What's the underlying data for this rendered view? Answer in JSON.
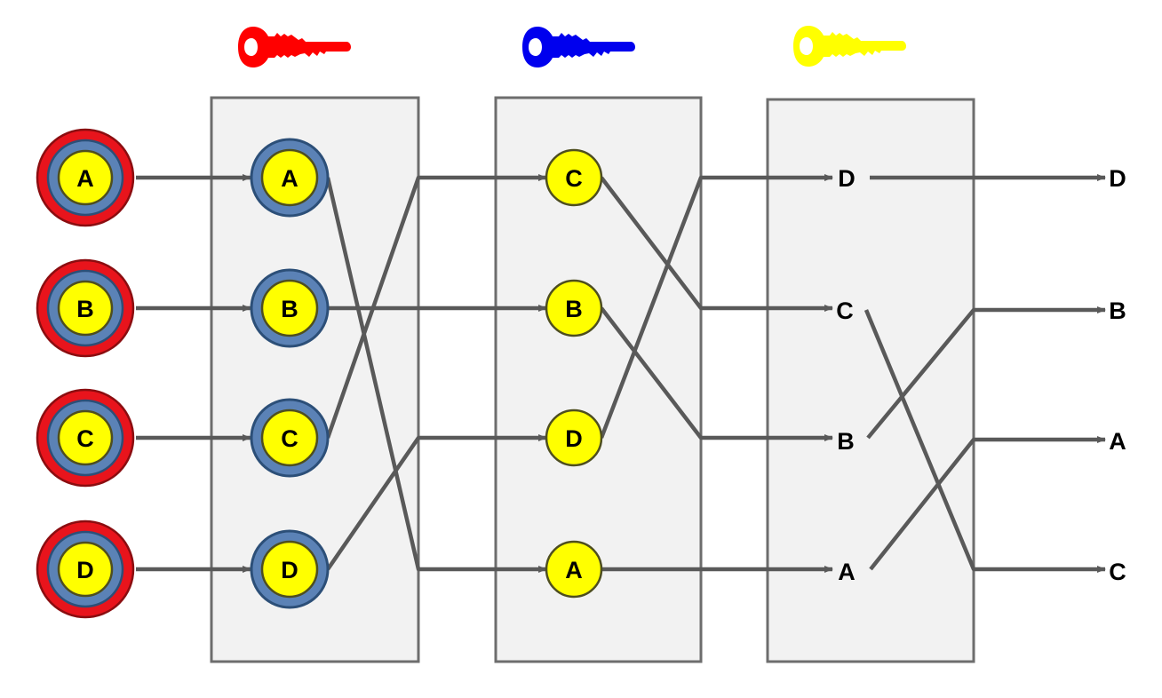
{
  "keys": [
    {
      "color": "#ff0000",
      "icon": "key-icon"
    },
    {
      "color": "#0000ee",
      "icon": "key-icon"
    },
    {
      "color": "#ffff00",
      "icon": "key-icon"
    }
  ],
  "colors": {
    "outer_ring": "#e8141c",
    "outer_ring_stroke": "#8b0d10",
    "middle_ring": "#5b82b6",
    "middle_ring_stroke": "#2c4f78",
    "core": "#ffff00",
    "core_stroke": "#4e4e1f",
    "line": "#595959",
    "box_fill": "#f2f2f2",
    "box_stroke": "#6d6d6d"
  },
  "input_labels": [
    "A",
    "B",
    "C",
    "D"
  ],
  "stage1_labels": [
    "A",
    "B",
    "C",
    "D"
  ],
  "stage2_labels": [
    "C",
    "B",
    "D",
    "A"
  ],
  "stage3_labels": [
    "D",
    "C",
    "B",
    "A"
  ],
  "output_labels": [
    "D",
    "B",
    "A",
    "C"
  ]
}
